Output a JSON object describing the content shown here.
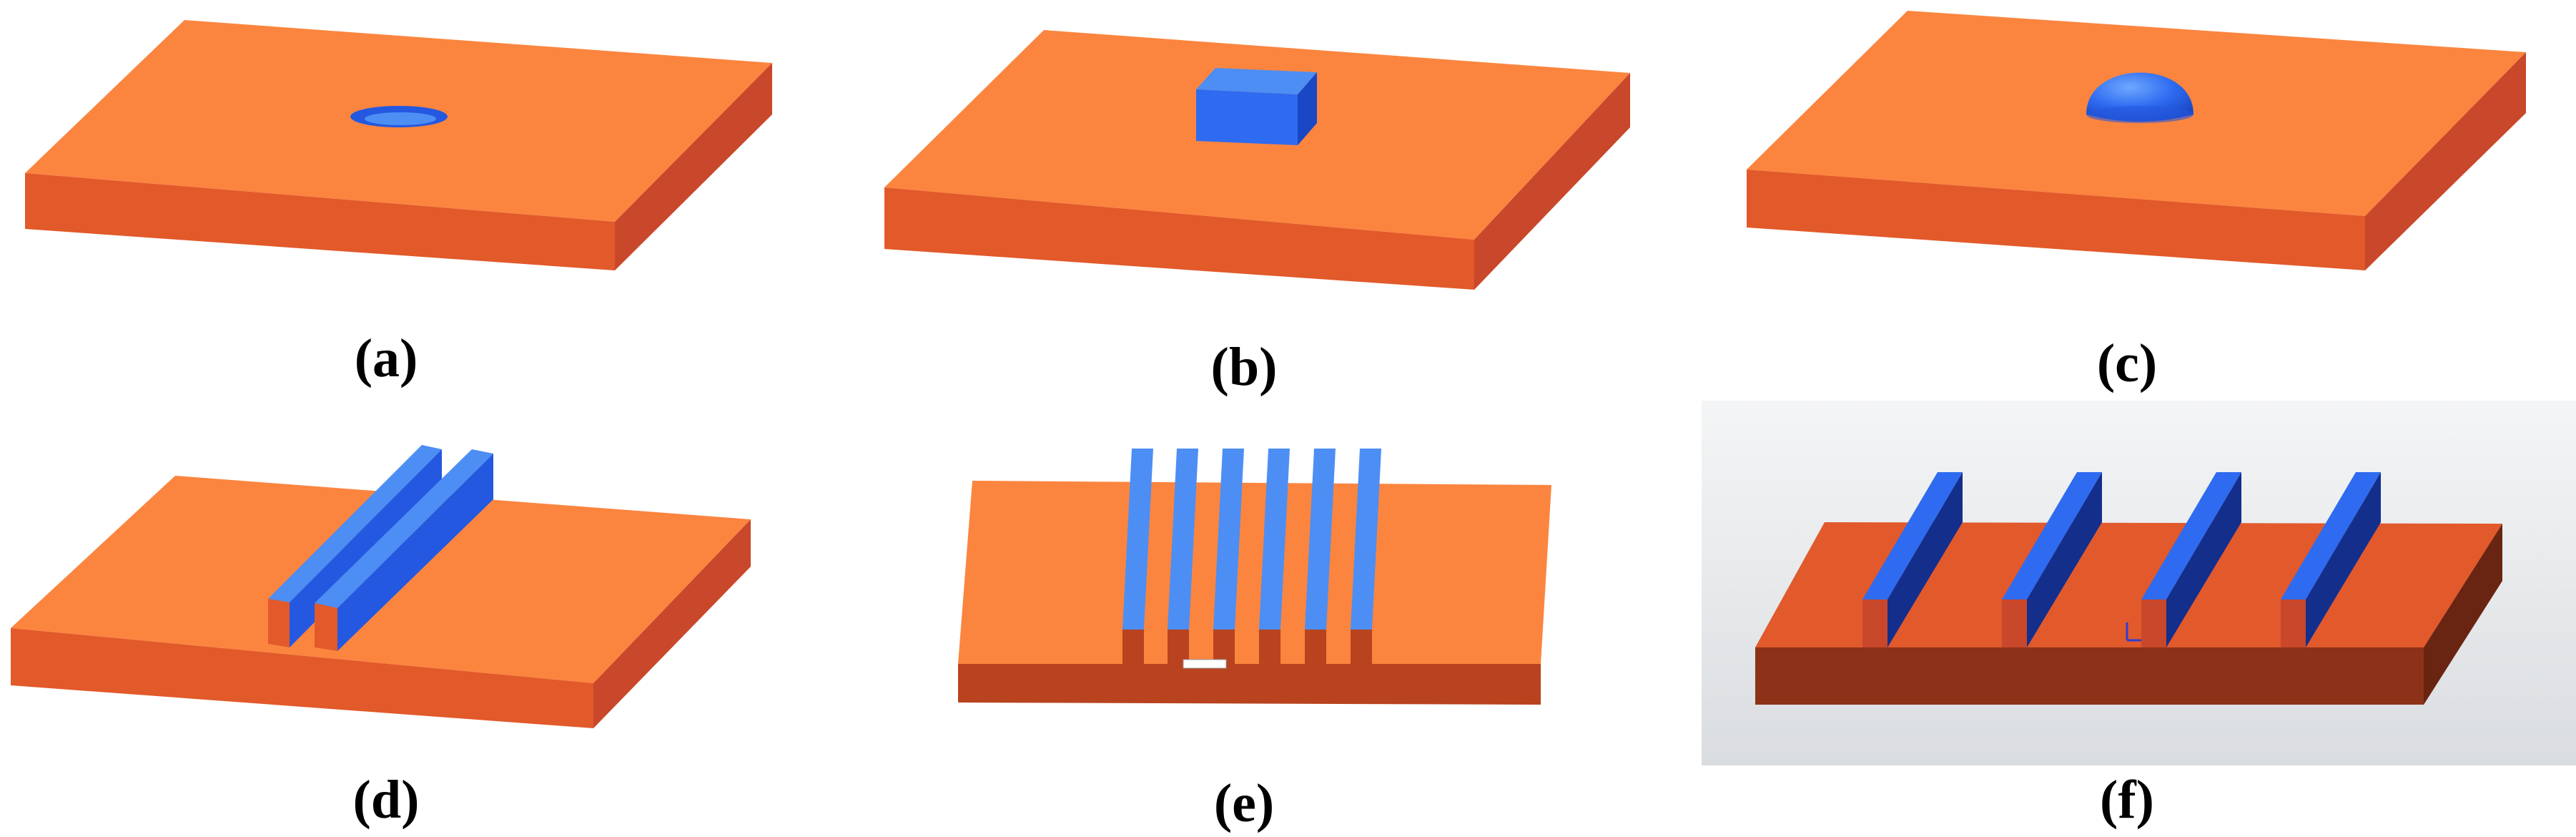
{
  "panels": [
    {
      "id": "a",
      "label": "(a)"
    },
    {
      "id": "b",
      "label": "(b)"
    },
    {
      "id": "c",
      "label": "(c)"
    },
    {
      "id": "d",
      "label": "(d)"
    },
    {
      "id": "e",
      "label": "(e)"
    },
    {
      "id": "f",
      "label": "(f)"
    }
  ],
  "colors": {
    "substrate_top": "#FB853F",
    "substrate_front": "#E2592A",
    "substrate_side": "#C9472A",
    "feature_blue": "#2E6BF0",
    "feature_blue_light": "#4D8EF4",
    "feature_blue_dark": "#1A47C4",
    "panel_f_top": "#E2592C",
    "panel_f_front": "#8C3218",
    "panel_f_side": "#6A2412",
    "panel_f_fin_dark": "#142E8C",
    "panel_f_background": "#E6E8EA"
  }
}
